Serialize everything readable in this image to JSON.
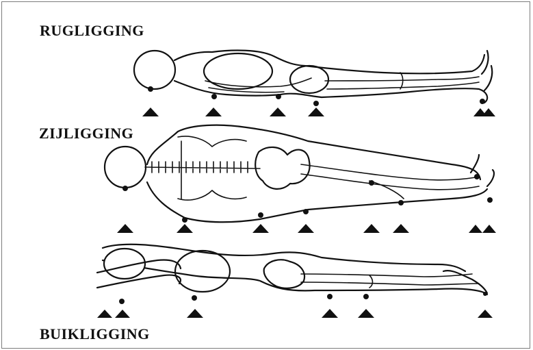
{
  "labels": {
    "supine": "RUGLIGGING",
    "side": "ZIJLIGGING",
    "prone": "BUIKLIGGING"
  },
  "pressure_marker_color": "#111111"
}
